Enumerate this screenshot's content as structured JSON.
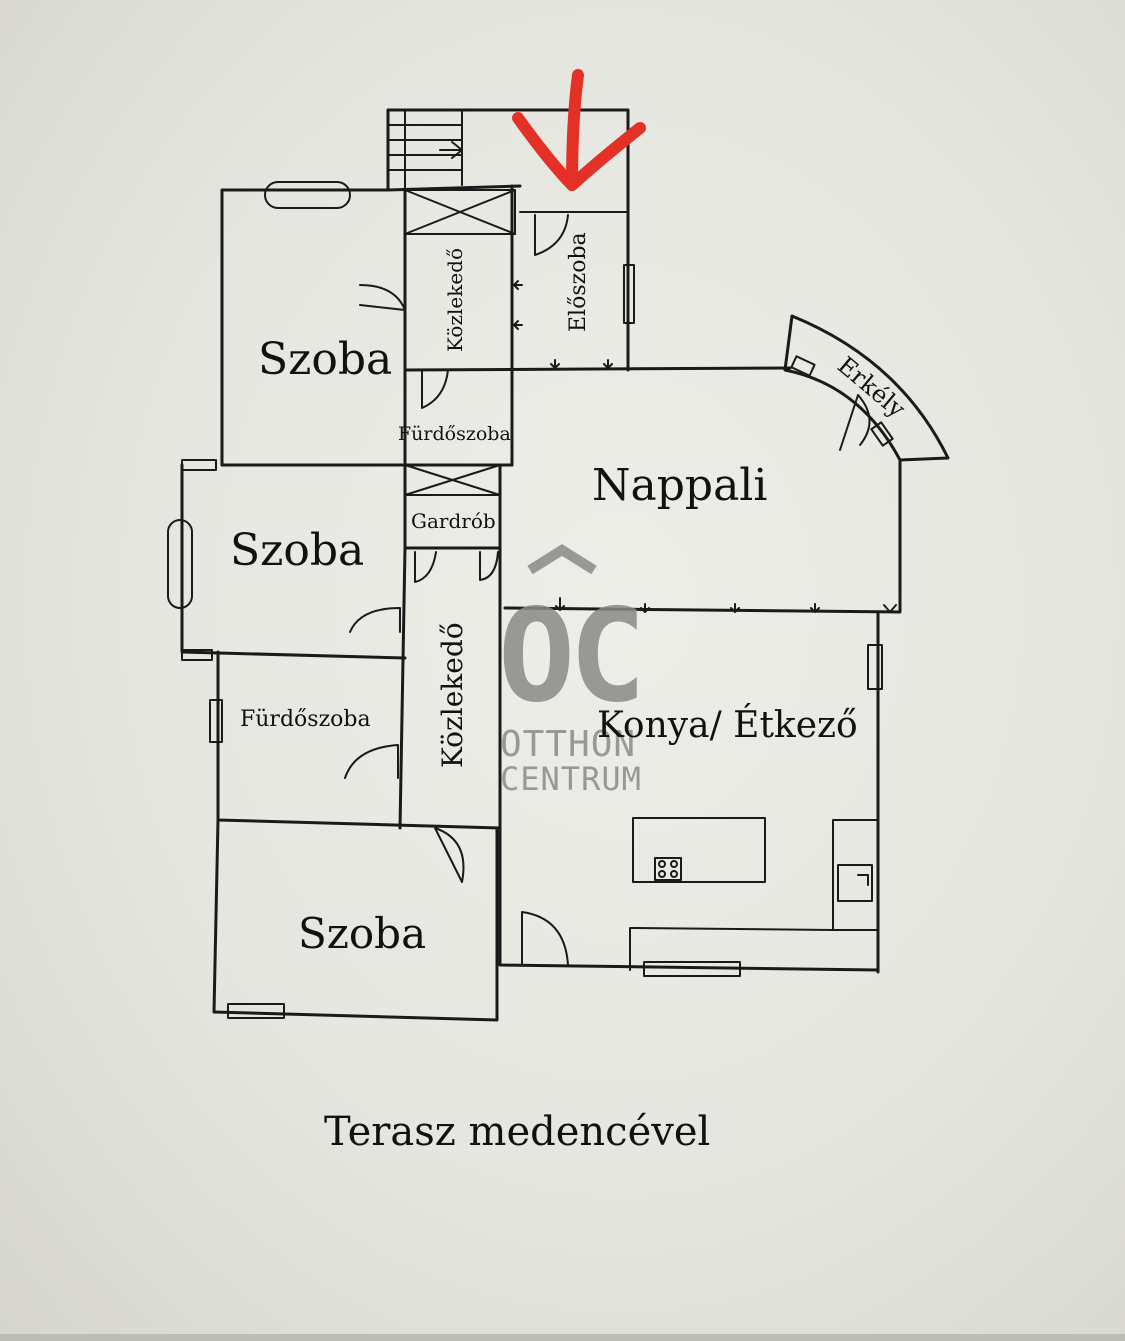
{
  "rooms": {
    "szoba_1": "Szoba",
    "szoba_2": "Szoba",
    "szoba_3": "Szoba",
    "kozlekedo_upper": "Közlekedő",
    "kozlekedo_lower": "Közlekedő",
    "eloszoba": "Előszoba",
    "furdoszoba_upper": "Fürdőszoba",
    "furdoszoba_lower": "Fürdőszoba",
    "gardrob": "Gardrób",
    "nappali": "Nappali",
    "erkely": "Erkély",
    "konyha": "Konya/ Étkező"
  },
  "terrace_label": "Terasz medencével",
  "watermark": {
    "logo": "OC",
    "line1": "OTTHON",
    "line2": "CENTRUM"
  },
  "colors": {
    "ink": "#1a1a1a",
    "entrance_arrow": "#e53027",
    "watermark": "#8a8a86",
    "paper": "#e8e8e2"
  },
  "icons": {
    "entrance": "entrance-arrow-icon",
    "stairs": "stairs-icon",
    "stove": "stove-icon",
    "sink": "sink-icon"
  }
}
